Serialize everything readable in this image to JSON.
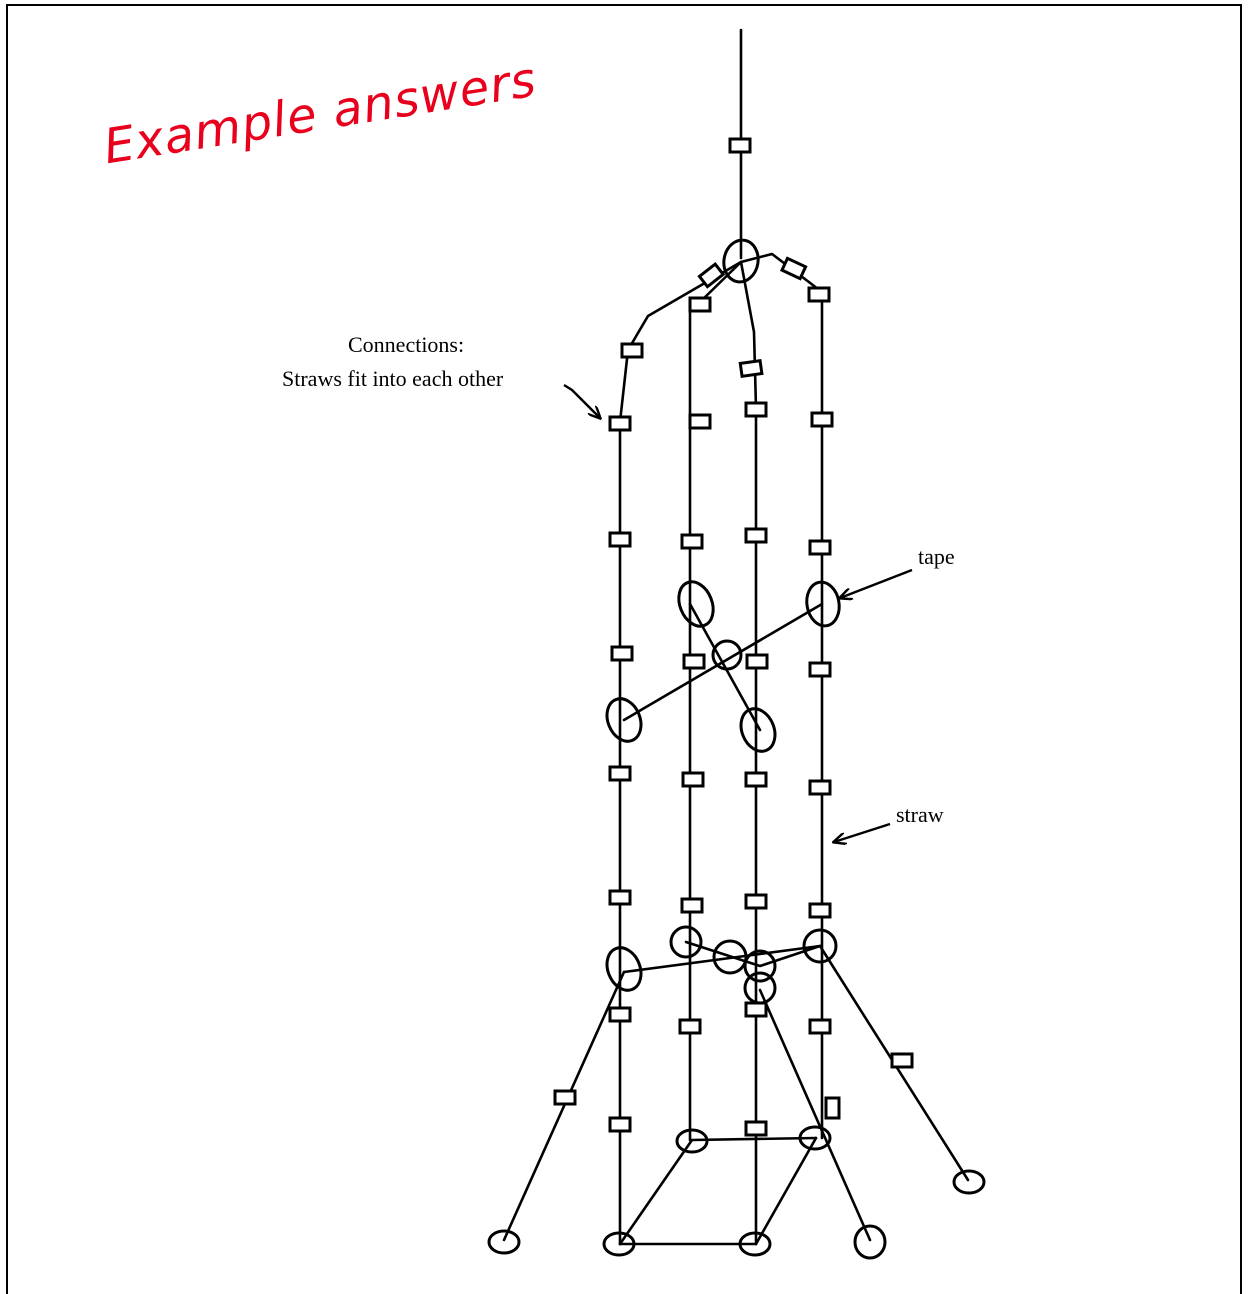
{
  "heading": "Example answers",
  "labels": {
    "connections_line1": "Connections:",
    "connections_line2": "Straws fit into each other",
    "tape": "tape",
    "straw": "straw"
  },
  "colors": {
    "heading": "#e8001c",
    "ink": "#000000"
  }
}
